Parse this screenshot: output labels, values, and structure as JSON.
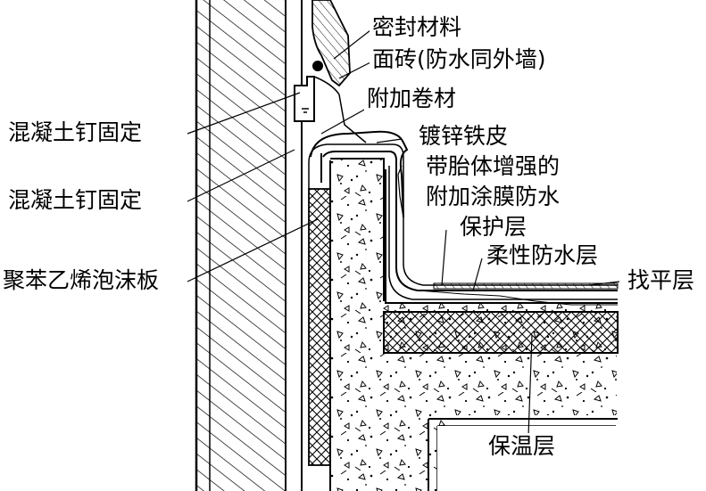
{
  "labels": {
    "sealant": "密封材料",
    "facing_tile": "面砖(防水同外墙)",
    "additional_membrane": "附加卷材",
    "nail_fixing_upper": "混凝土钉固定",
    "galvanized_sheet": "镀锌铁皮",
    "reinforced_coating_line1": "带胎体增强的",
    "reinforced_coating_line2": "附加涂膜防水",
    "nail_fixing_lower": "混凝土钉固定",
    "protective_layer": "保护层",
    "flexible_waterproof": "柔性防水层",
    "polystyrene_board": "聚苯乙烯泡沫板",
    "screed_layer": "找平层",
    "insulation_layer": "保温层"
  }
}
